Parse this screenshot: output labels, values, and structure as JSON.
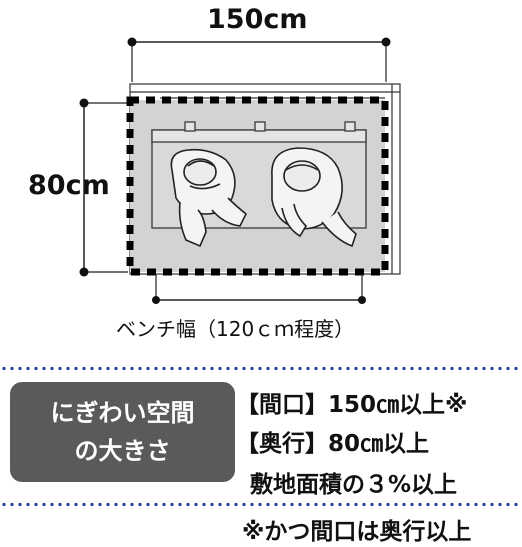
{
  "diagram": {
    "width_label": "150cm",
    "depth_label": "80cm",
    "bench_caption": "ベンチ幅（120ｃｍ程度）"
  },
  "summary": {
    "badge_line1": "にぎわい空間",
    "badge_line2": "の大きさ",
    "requirement_1": "【間口】150㎝以上※",
    "requirement_2": "【奥行】80㎝以上",
    "requirement_3": "敷地面積の３%以上",
    "footnote": "※かつ間口は奥行以上"
  },
  "colors": {
    "badge_bg": "#5a5a5a",
    "dotted_rule": "#2b4aa0",
    "area_fill": "#d3d3d3"
  }
}
